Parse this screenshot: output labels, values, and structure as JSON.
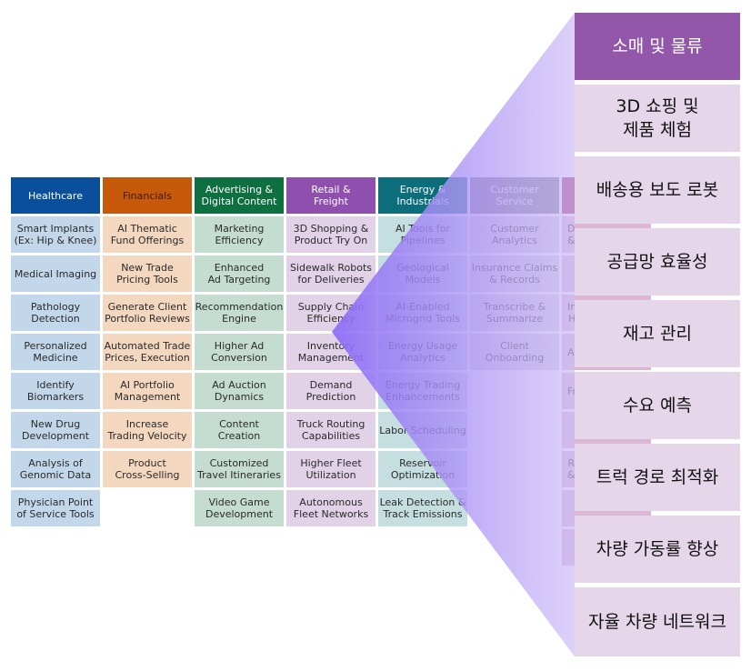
{
  "columns": [
    {
      "header": "Healthcare",
      "header_color": "#0a4f9c",
      "cell_color": "#c2d7ea",
      "header_text_color": "#ffffff",
      "items": [
        "Smart Implants\n(Ex: Hip & Knee)",
        "Medical Imaging",
        "Pathology\nDetection",
        "Personalized\nMedicine",
        "Identify\nBiomarkers",
        "New Drug\nDevelopment",
        "Analysis of\nGenomic Data",
        "Physician Point\nof Service Tools"
      ]
    },
    {
      "header": "Financials",
      "header_color": "#c65a0a",
      "cell_color": "#f3d7bf",
      "header_text_color": "#3a1a00",
      "items": [
        "AI Thematic\nFund Offerings",
        "New Trade\nPricing Tools",
        "Generate Client\nPortfolio Reviews",
        "Automated Trade\nPrices, Execution",
        "AI Portfolio\nManagement",
        "Increase\nTrading Velocity",
        "Product\nCross-Selling"
      ]
    },
    {
      "header": "Advertising &\nDigital Content",
      "header_color": "#0e7040",
      "cell_color": "#c4ddd0",
      "header_text_color": "#ffffff",
      "items": [
        "Marketing\nEfficiency",
        "Enhanced\nAd Targeting",
        "Recommendation\nEngine",
        "Higher Ad\nConversion",
        "Ad Auction\nDynamics",
        "Content\nCreation",
        "Customized\nTravel Itineraries",
        "Video Game\nDevelopment"
      ]
    },
    {
      "header": "Retail &\nFreight",
      "header_color": "#8e4fae",
      "cell_color": "#e2d2e8",
      "header_text_color": "#ffffff",
      "items": [
        "3D Shopping &\nProduct Try On",
        "Sidewalk Robots\nfor Deliveries",
        "Supply Chain\nEfficiency",
        "Inventory\nManagement",
        "Demand\nPrediction",
        "Truck Routing\nCapabilities",
        "Higher Fleet\nUtilization",
        "Autonomous\nFleet Networks"
      ]
    },
    {
      "header": "Energy &\nIndustrials",
      "header_color": "#0b6e7a",
      "cell_color": "#c5dfe0",
      "header_text_color": "#ffffff",
      "items": [
        "AI Tools for\nPipelines",
        "Geological\nModels",
        "AI-Enabled\nMicrogrid Tools",
        "Energy Usage\nAnalytics",
        "Energy Trading\nEnhancements",
        "Labor Scheduling",
        "Reservoir\nOptimization",
        "Leak Detection &\nTrack Emissions"
      ]
    },
    {
      "header": "Customer\nService",
      "header_color": "#7b7b8a",
      "cell_color": "#d5d5dc",
      "header_text_color": "#ffffff",
      "items": [
        "Customer\nAnalytics",
        "Insurance Claims\n& Records",
        "Transcribe &\nSummarize",
        "Client\nOnboarding"
      ]
    },
    {
      "header": "",
      "header_color": "#a4276f",
      "cell_color": "#dcb7d3",
      "header_text_color": "#ffffff",
      "items": [
        "D\n&",
        "",
        "In\nH",
        "A",
        "Fr",
        "",
        "R\n&",
        "",
        ""
      ]
    }
  ],
  "panel": {
    "title": "소매 및 물류",
    "items": [
      "3D 쇼핑 및\n제품 체험",
      "배송용 보도 로봇",
      "공급망 효율성",
      "재고 관리",
      "수요 예측",
      "트럭 경로 최적화",
      "차량 가동률 향상",
      "자율 차량 네트워크"
    ],
    "title_color": "#9257a8",
    "item_color": "#e6d6ea"
  },
  "highlight_color": "#8b6cf5"
}
